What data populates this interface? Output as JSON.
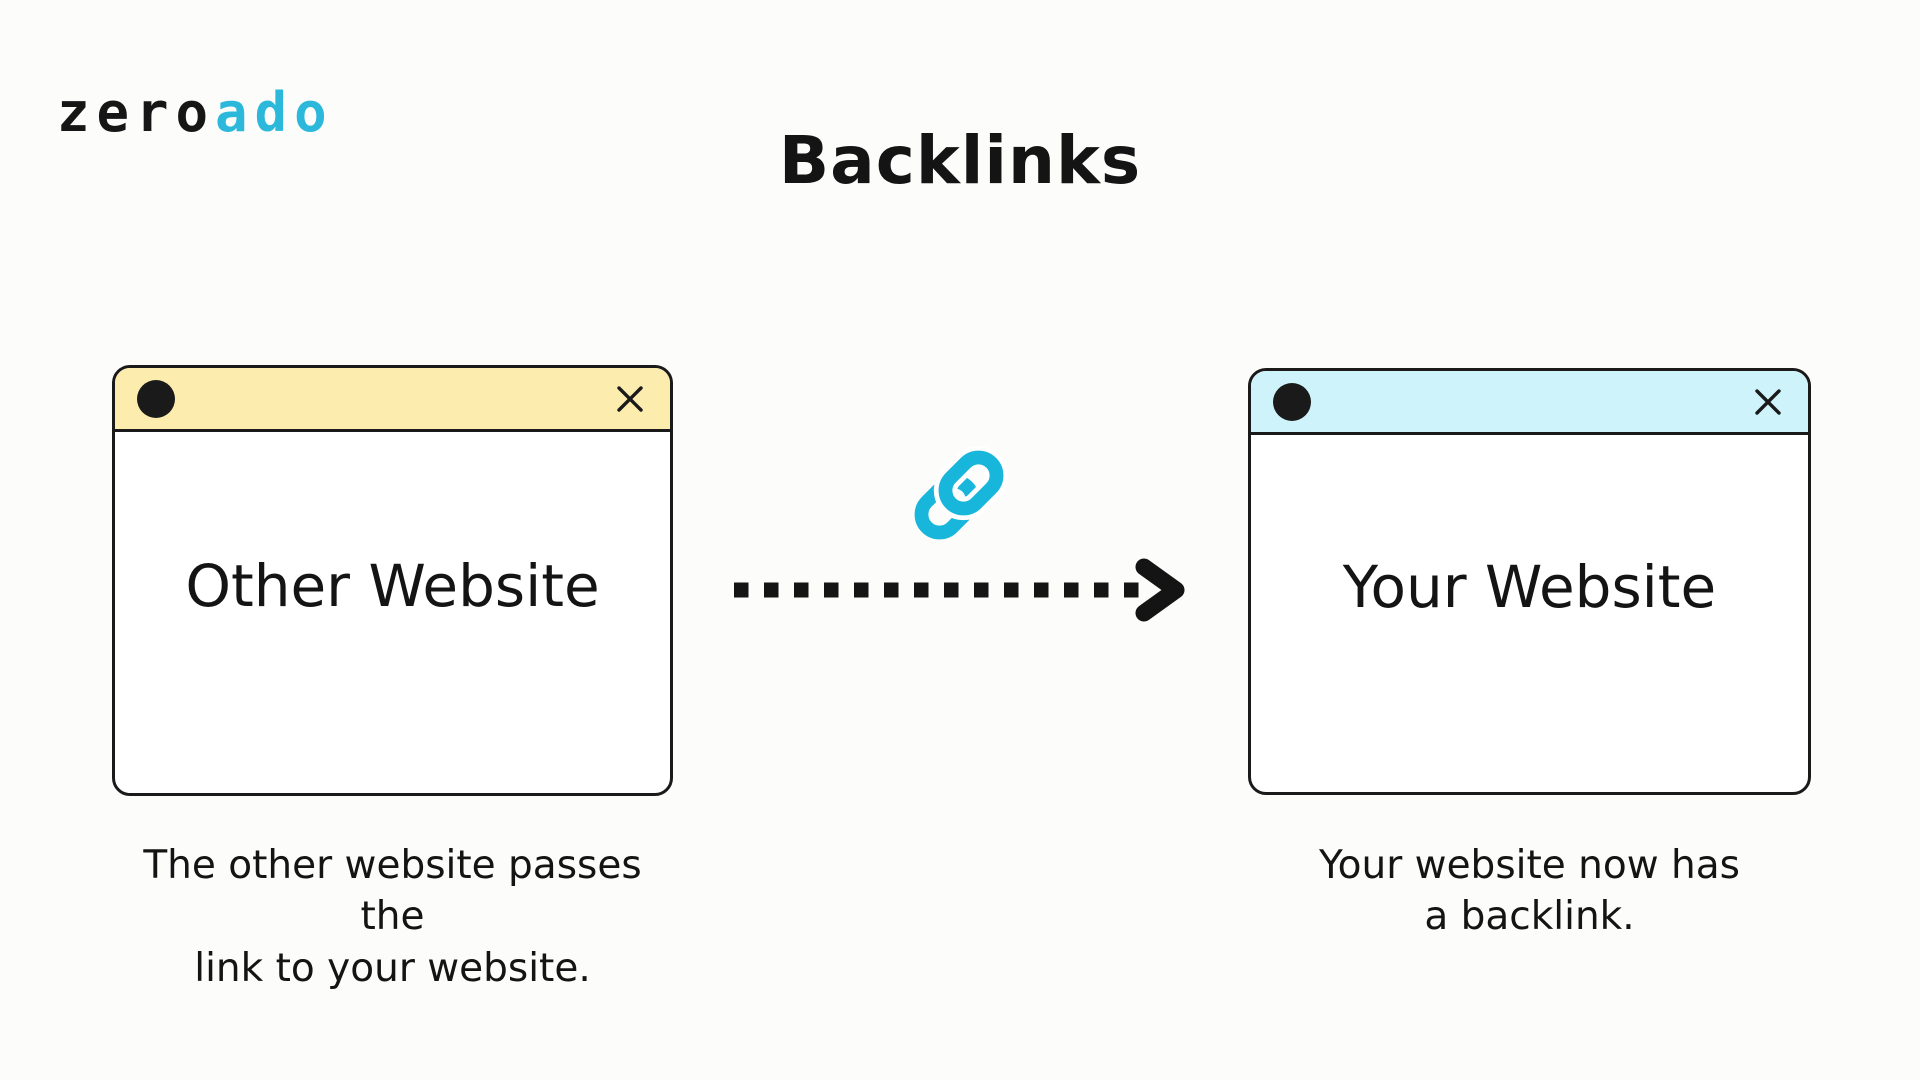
{
  "colors": {
    "page_background": "#fcfcfb",
    "ink": "#1a1a1a",
    "text": "#141414",
    "left_titlebar": "#fcecae",
    "right_titlebar": "#cef3fb",
    "link_icon": "#17b6da",
    "arrow": "#141414",
    "logo_prefix": "#161616",
    "logo_suffix": "#2bb8da"
  },
  "logo": {
    "prefix": "zero",
    "suffix": "ado"
  },
  "title": "Backlinks",
  "icons": {
    "window_dot": "filled-circle",
    "close": "x-cross",
    "link": "chain-link",
    "arrow": "dotted-arrow-right"
  },
  "windows": {
    "left": {
      "label": "Other Website",
      "caption_line1": "The other website passes the",
      "caption_line2": "link to your website."
    },
    "right": {
      "label": "Your Website",
      "caption_line1": "Your website now has",
      "caption_line2": "a backlink."
    }
  }
}
